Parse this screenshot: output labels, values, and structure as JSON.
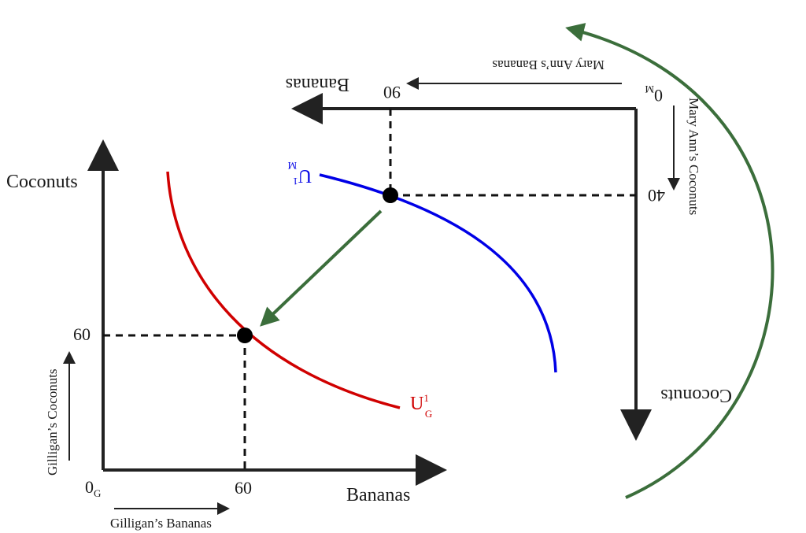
{
  "gilligan": {
    "y_axis_title": "Coconuts",
    "x_axis_title": "Bananas",
    "origin_main": "0",
    "origin_sub": "G",
    "y_tick": "60",
    "x_tick": "60",
    "x_direction_label": "Gilligan’s Bananas",
    "y_direction_label": "Gilligan’s Coconuts",
    "curve_label_main": "U",
    "curve_label_sup": "1",
    "curve_label_sub": "G"
  },
  "mary_ann": {
    "x_axis_title": "Bananas",
    "y_axis_title": "Coconuts",
    "origin_main": "0",
    "origin_sub": "M",
    "x_tick": "90",
    "y_tick": "40",
    "x_direction_label": "Mary Ann’s Bananas",
    "y_direction_label": "Mary Ann’s Coconuts",
    "curve_label_main": "U",
    "curve_label_sup": "1",
    "curve_label_sub": "M"
  },
  "colors": {
    "axis": "#222222",
    "gilligan_curve": "#d00000",
    "mary_ann_curve": "#0000e6",
    "rotation_arrow": "#3b6e3b",
    "point": "#000000"
  },
  "icons": [
    "rotation-arrow",
    "move-arrow"
  ]
}
